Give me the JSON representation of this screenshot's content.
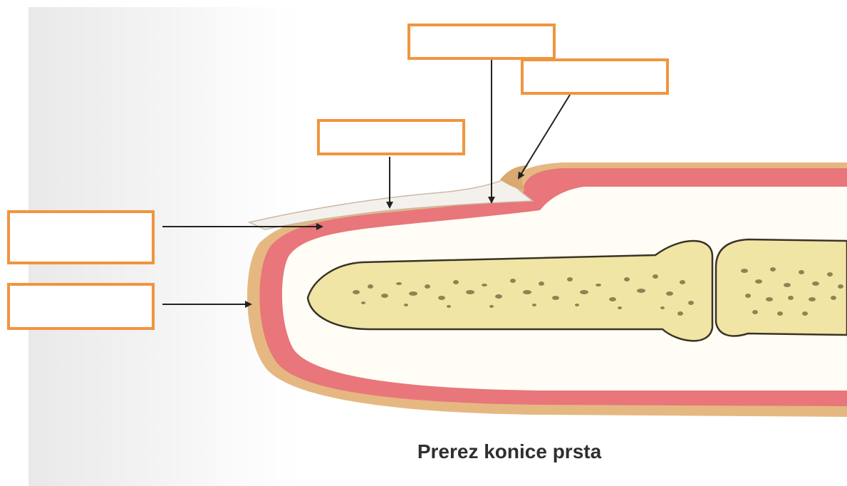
{
  "caption": "Prerez konice prsta",
  "colors": {
    "label_border": "#f0953e",
    "skin_outer": "#e5b882",
    "dermis": "#e8767a",
    "subcutaneous": "#fffdf6",
    "bone_outline": "#3b3424",
    "bone_fill": "#f1e5a6",
    "marrow": "#8f8353",
    "arrow": "#222222"
  },
  "labels": [
    {
      "id": "label-1",
      "text": ""
    },
    {
      "id": "label-2",
      "text": ""
    },
    {
      "id": "label-3",
      "text": ""
    },
    {
      "id": "label-4",
      "text": ""
    },
    {
      "id": "label-5",
      "text": ""
    }
  ]
}
